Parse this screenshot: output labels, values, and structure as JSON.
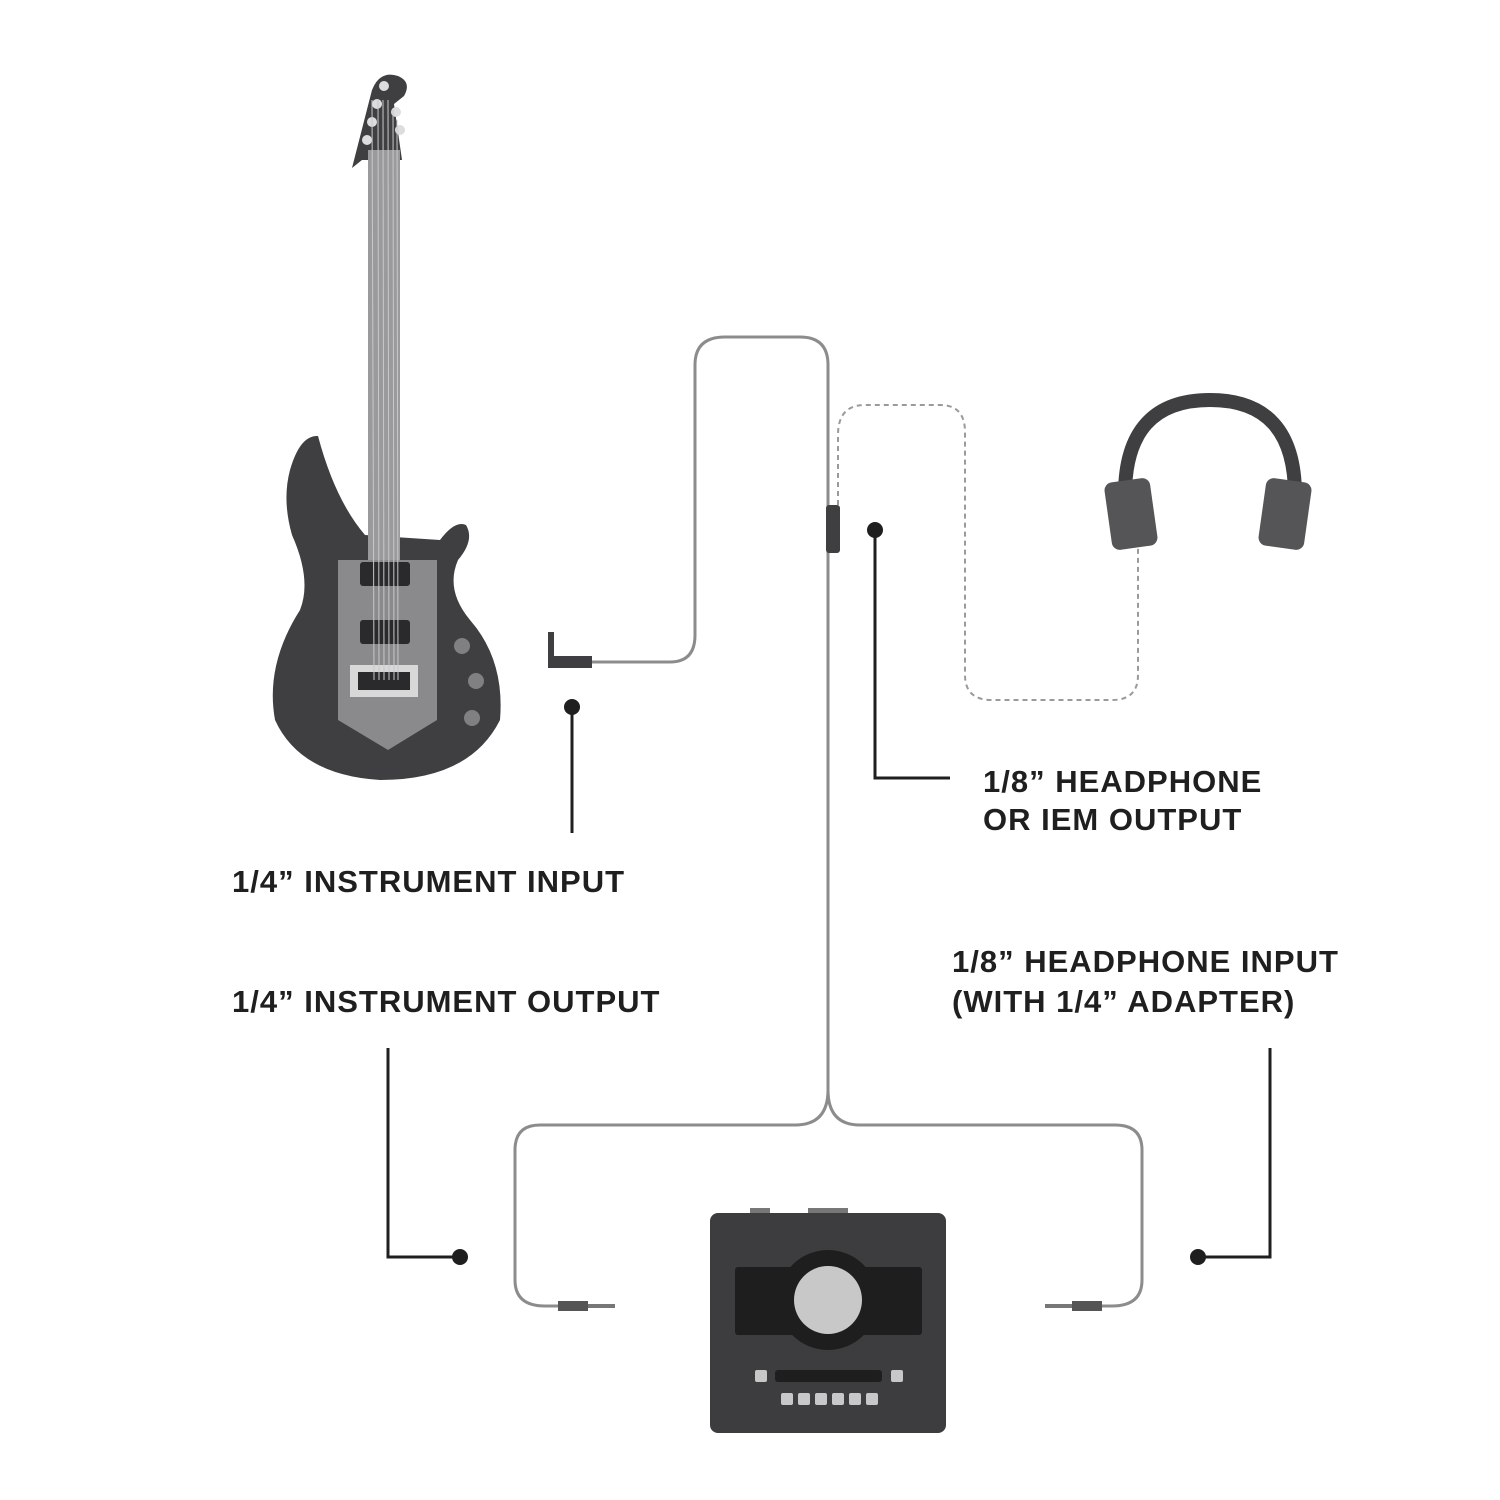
{
  "labels": {
    "instrument_input": "1/4” INSTRUMENT INPUT",
    "instrument_output": "1/4” INSTRUMENT OUTPUT",
    "headphone_output_line1": "1/8” HEADPHONE",
    "headphone_output_line2": "OR IEM OUTPUT",
    "headphone_input_line1": "1/8” HEADPHONE INPUT",
    "headphone_input_line2": "(WITH 1/4” ADAPTER)"
  },
  "colors": {
    "device_dark": "#3d3d3f",
    "device_black": "#1e1e1e",
    "guitar_body": "#3f3f42",
    "pickguard": "#8a8a8c",
    "cable": "#8c8c8c",
    "pointer": "#1f1f1f"
  }
}
